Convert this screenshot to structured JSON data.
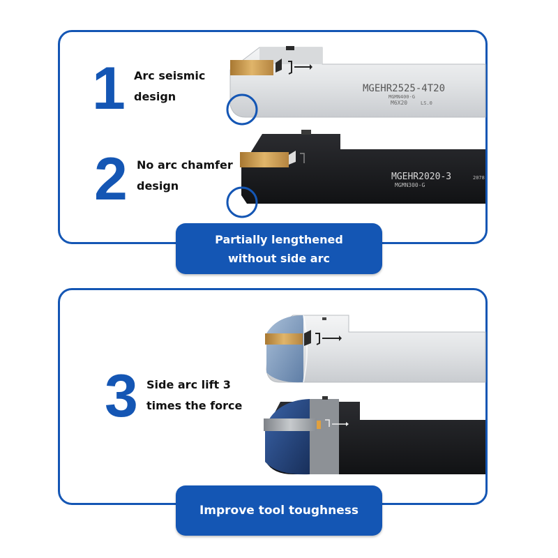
{
  "sections": [
    {
      "number": "1",
      "label_lines": [
        "Arc seismic",
        "design"
      ]
    },
    {
      "number": "2",
      "label_lines": [
        "No arc chamfer",
        "design"
      ]
    },
    {
      "number": "3",
      "label_lines": [
        "Side arc lift 3",
        "times the force"
      ]
    }
  ],
  "banners": {
    "top_lines": [
      "Partially lengthened",
      "without side arc"
    ],
    "bottom": "Improve tool toughness"
  },
  "tool_markings": {
    "silver_model": "MGEHR2525-4T20",
    "silver_insert": "MGMN400-G",
    "silver_screw": "M6X20",
    "silver_ls": "LS.0",
    "black_model": "MGEHR2020-3",
    "black_insert": "MGMN300-G",
    "black_code": "2078"
  },
  "colors": {
    "accent": "#1456b4",
    "silver": "#e6e8ea",
    "black": "#1e1f22",
    "gold": "#c89a4a"
  }
}
